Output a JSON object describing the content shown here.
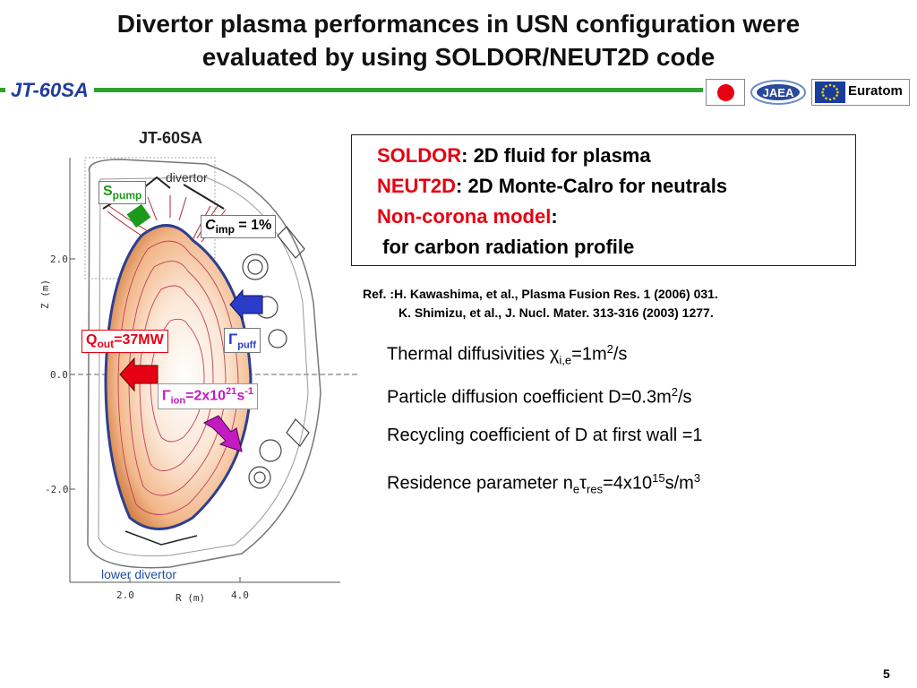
{
  "title": {
    "line1": "Divertor plasma performances in USN configuration were",
    "line2": "evaluated by using SOLDOR/NEUT2D code"
  },
  "header": {
    "label": "JT-60SA",
    "logos": {
      "jaea": "JAEA",
      "euratom": "Euratom"
    }
  },
  "figure": {
    "title": "JT-60SA",
    "divertor_top": "divertor",
    "lower_divertor": "lower divertor",
    "y_ticks": [
      "2.0",
      "0.0",
      "-2.0"
    ],
    "x_ticks": [
      "2.0",
      "4.0"
    ],
    "ylabel": "Z (m)",
    "xlabel": "R (m)",
    "labels": {
      "s_pump_base": "S",
      "s_pump_sub": "pump",
      "c_imp_base": "C",
      "c_imp_sub": "imp",
      "c_imp_val": " = 1%",
      "q_out_base": "Q",
      "q_out_sub": "out",
      "q_out_val": "=37MW",
      "gamma": "Γ",
      "puff_sub": "puff",
      "ion_sub": "ion",
      "ion_val": "=2x10",
      "ion_exp": "21",
      "ion_unit": "s",
      "ion_unit_exp": "-1"
    },
    "colors": {
      "s_pump": "#1a9a1a",
      "q_out_arrow": "#e60012",
      "puff_arrow": "#2a3cc8",
      "ion_arrow": "#c21bc2"
    }
  },
  "info_box": {
    "line1_red": "SOLDOR",
    "line1_rest": ": 2D fluid for plasma",
    "line2_red": "NEUT2D",
    "line2_rest": ": 2D Monte-Calro for neutrals",
    "line3_red": "Non-corona model",
    "line3_rest": ":",
    "line4": " for carbon radiation profile"
  },
  "references": {
    "line1": "Ref. :H. Kawashima, et al., Plasma Fusion Res. 1 (2006) 031.",
    "line2": "K. Shimizu, et al., J. Nucl. Mater. 313-316 (2003) 1277."
  },
  "parameters": {
    "thermal_pre": "Thermal diffusivities ",
    "thermal_chi": "χ",
    "thermal_sub": "i,e",
    "thermal_post": "=1m",
    "thermal_exp": "2",
    "thermal_unit": "/s",
    "particle_pre": "Particle diffusion coefficient D=0.3m",
    "particle_exp": "2",
    "particle_unit": "/s",
    "recycling": "Recycling coefficient of D at first wall =1",
    "residence_pre": "Residence parameter n",
    "residence_sub_e": "e",
    "residence_tau": "τ",
    "residence_sub_res": "res",
    "residence_val": "=4x10",
    "residence_exp": "15",
    "residence_mid": "s/m",
    "residence_exp2": "3"
  },
  "page_number": "5"
}
